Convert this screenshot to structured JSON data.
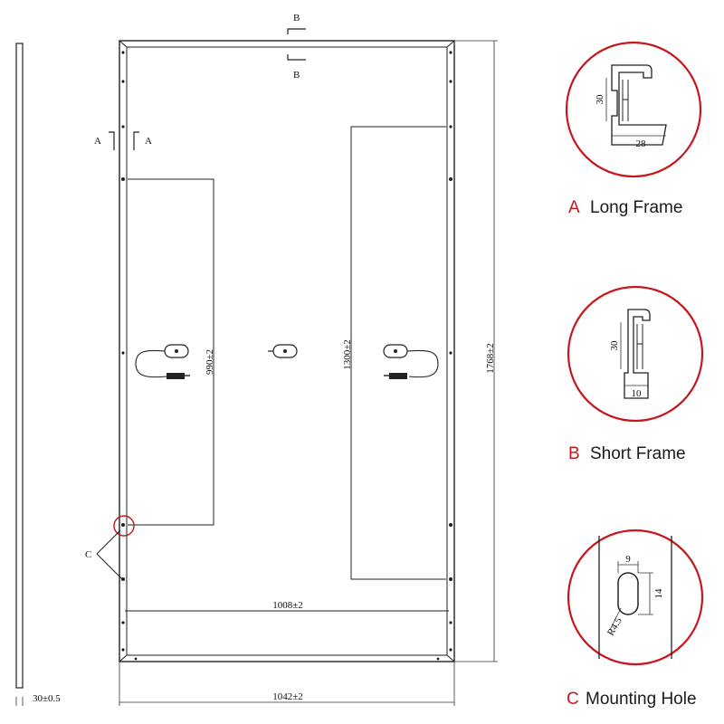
{
  "dimensions": {
    "frame_thickness": "30±0.5",
    "width": "1042±2",
    "height": "1768±2",
    "mount_inner_span": "1008±2",
    "left_cable_length": "990±2",
    "right_cable_length": "1300±2"
  },
  "section_marks": {
    "a_left": "A",
    "a_right": "A",
    "b_top": "B",
    "b_bottom": "B",
    "c_callout": "C"
  },
  "details": [
    {
      "letter": "A",
      "title": "Long Frame",
      "dims": [
        "30",
        "28"
      ]
    },
    {
      "letter": "B",
      "title": "Short Frame",
      "dims": [
        "30",
        "10"
      ]
    },
    {
      "letter": "C",
      "title": "Mounting Hole",
      "dims": [
        "9",
        "14",
        "R4.5"
      ]
    }
  ],
  "colors": {
    "accent": "#c8161d",
    "line": "#222222"
  }
}
